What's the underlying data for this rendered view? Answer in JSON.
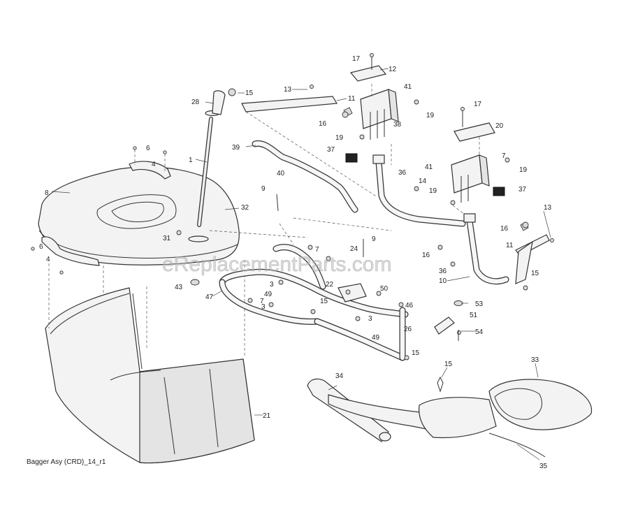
{
  "diagram": {
    "caption": "Bagger Asy (CRD)_14_r1",
    "watermark": "eReplacementParts.com",
    "part_labels": [
      "1",
      "3",
      "3",
      "3",
      "4",
      "4",
      "6",
      "6",
      "7",
      "7",
      "7",
      "8",
      "9",
      "9",
      "10",
      "11",
      "11",
      "12",
      "13",
      "13",
      "14",
      "15",
      "15",
      "15",
      "15",
      "15",
      "16",
      "16",
      "16",
      "17",
      "17",
      "19",
      "19",
      "19",
      "19",
      "20",
      "21",
      "22",
      "24",
      "26",
      "28",
      "31",
      "32",
      "33",
      "34",
      "35",
      "36",
      "36",
      "37",
      "37",
      "38",
      "39",
      "40",
      "41",
      "41",
      "43",
      "46",
      "47",
      "49",
      "49",
      "50",
      "51",
      "53",
      "54"
    ]
  }
}
